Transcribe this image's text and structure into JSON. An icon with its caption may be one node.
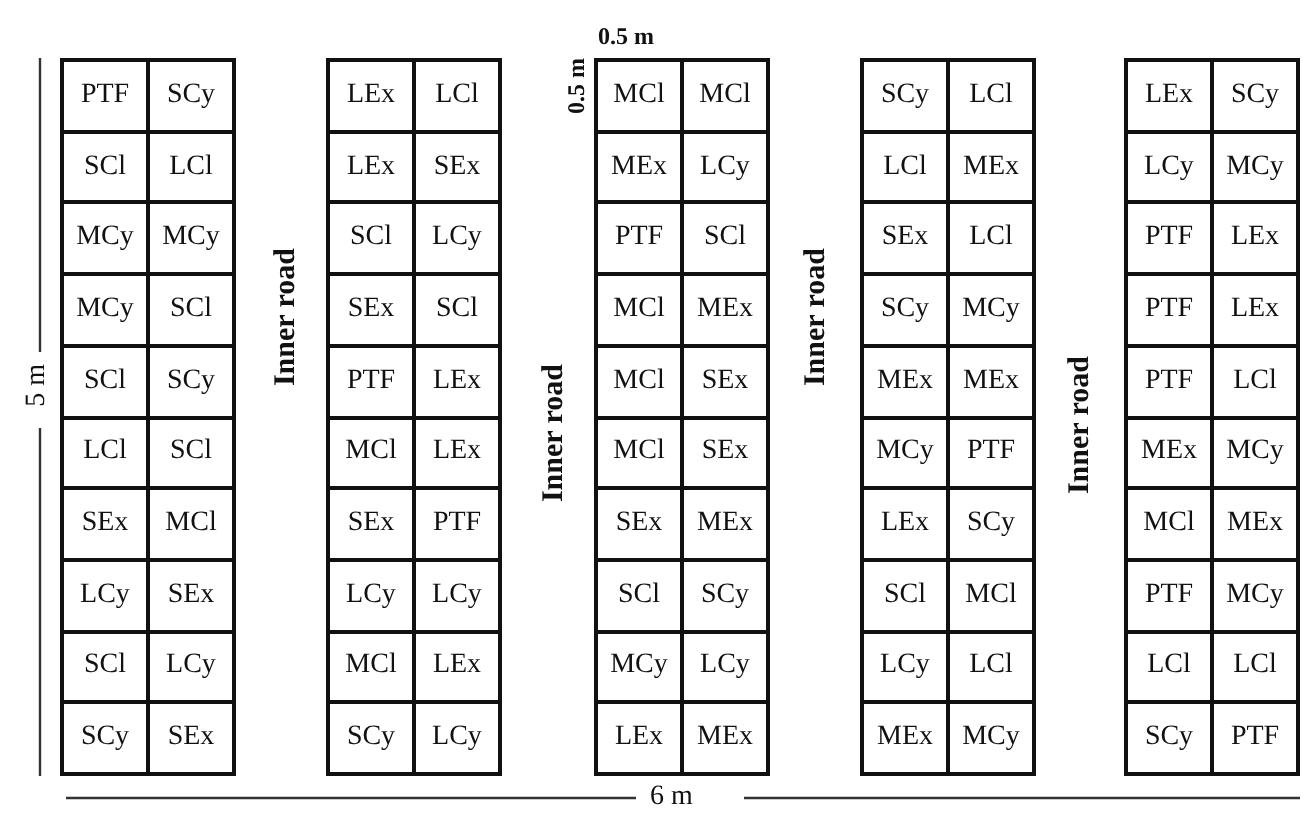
{
  "diagram": {
    "nodes": [
      {
        "text": [],
        "shape": "box"
      },
      {
        "text": [
          "PTF"
        ],
        "in": 0
      },
      {
        "text": [
          "SCy"
        ],
        "in": 0
      },
      {
        "text": [
          "SCl"
        ],
        "in": 0
      },
      {
        "text": [
          "LCl"
        ],
        "in": 0
      },
      {
        "text": [
          "MCy"
        ],
        "in": 0
      },
      {
        "text": [
          "MCy"
        ],
        "in": 0
      },
      {
        "text": [
          "MCy"
        ],
        "in": 0
      },
      {
        "text": [
          "SCl"
        ],
        "in": 0
      },
      {
        "text": [
          "SCl"
        ],
        "in": 0
      },
      {
        "text": [
          "SCy"
        ],
        "in": 0
      },
      {
        "text": [
          "LCl"
        ],
        "in": 0
      },
      {
        "text": [
          "SCl"
        ],
        "in": 0
      },
      {
        "text": [
          "SEx"
        ],
        "in": 0
      },
      {
        "text": [
          "MCl"
        ],
        "in": 0
      },
      {
        "text": [
          "LCy"
        ],
        "in": 0
      },
      {
        "text": [
          "SEx"
        ],
        "in": 0
      },
      {
        "text": [
          "SCl"
        ],
        "in": 0
      },
      {
        "text": [
          "LCy"
        ],
        "in": 0
      },
      {
        "text": [
          "SCy"
        ],
        "in": 0
      },
      {
        "text": [
          "SEx"
        ],
        "in": 0
      },
      {
        "text": [],
        "shape": "box"
      },
      {
        "text": [
          "LEx"
        ],
        "in": 21
      },
      {
        "text": [
          "LCl"
        ],
        "in": 21
      },
      {
        "text": [
          "LEx"
        ],
        "in": 21
      },
      {
        "text": [
          "SEx"
        ],
        "in": 21
      },
      {
        "text": [
          "SCl"
        ],
        "in": 21
      },
      {
        "text": [
          "LCy"
        ],
        "in": 21
      },
      {
        "text": [
          "SEx"
        ],
        "in": 21
      },
      {
        "text": [
          "SCl"
        ],
        "in": 21
      },
      {
        "text": [
          "PTF"
        ],
        "in": 21
      },
      {
        "text": [
          "LEx"
        ],
        "in": 21
      },
      {
        "text": [
          "MCl"
        ],
        "in": 21
      },
      {
        "text": [
          "LEx"
        ],
        "in": 21
      },
      {
        "text": [
          "SEx"
        ],
        "in": 21
      },
      {
        "text": [
          "PTF"
        ],
        "in": 21
      },
      {
        "text": [
          "LCy"
        ],
        "in": 21
      },
      {
        "text": [
          "LCy"
        ],
        "in": 21
      },
      {
        "text": [
          "MCl"
        ],
        "in": 21
      },
      {
        "text": [
          "LEx"
        ],
        "in": 21
      },
      {
        "text": [
          "SCy"
        ],
        "in": 21
      },
      {
        "text": [
          "LCy"
        ],
        "in": 21
      },
      {
        "text": [],
        "shape": "box"
      },
      {
        "text": [
          "MCl"
        ],
        "in": 42
      },
      {
        "text": [
          "MCl"
        ],
        "in": 42
      },
      {
        "text": [
          "MEx"
        ],
        "in": 42
      },
      {
        "text": [
          "LCy"
        ],
        "in": 42
      },
      {
        "text": [
          "PTF"
        ],
        "in": 42
      },
      {
        "text": [
          "SCl"
        ],
        "in": 42
      },
      {
        "text": [
          "MCl"
        ],
        "in": 42
      },
      {
        "text": [
          "MEx"
        ],
        "in": 42
      },
      {
        "text": [
          "MCl"
        ],
        "in": 42
      },
      {
        "text": [
          "SEx"
        ],
        "in": 42
      },
      {
        "text": [
          "MCl"
        ],
        "in": 42
      },
      {
        "text": [
          "SEx"
        ],
        "in": 42
      },
      {
        "text": [
          "SEx"
        ],
        "in": 42
      },
      {
        "text": [
          "MEx"
        ],
        "in": 42
      },
      {
        "text": [
          "SCl"
        ],
        "in": 42
      },
      {
        "text": [
          "SCy"
        ],
        "in": 42
      },
      {
        "text": [
          "MCy"
        ],
        "in": 42
      },
      {
        "text": [
          "LCy"
        ],
        "in": 42
      },
      {
        "text": [
          "LEx"
        ],
        "in": 42
      },
      {
        "text": [
          "MEx"
        ],
        "in": 42
      },
      {
        "text": [],
        "shape": "box"
      },
      {
        "text": [
          "SCy"
        ],
        "in": 63
      },
      {
        "text": [
          "LCl"
        ],
        "in": 63
      },
      {
        "text": [
          "LCl"
        ],
        "in": 63
      },
      {
        "text": [
          "MEx"
        ],
        "in": 63
      },
      {
        "text": [
          "SEx"
        ],
        "in": 63
      },
      {
        "text": [
          "LCl"
        ],
        "in": 63
      },
      {
        "text": [
          "SCy"
        ],
        "in": 63
      },
      {
        "text": [
          "MCy"
        ],
        "in": 63
      },
      {
        "text": [
          "MEx"
        ],
        "in": 63
      },
      {
        "text": [
          "MEx"
        ],
        "in": 63
      },
      {
        "text": [
          "MCy"
        ],
        "in": 63
      },
      {
        "text": [
          "PTF"
        ],
        "in": 63
      },
      {
        "text": [
          "LEx"
        ],
        "in": 63
      },
      {
        "text": [
          "SCy"
        ],
        "in": 63
      },
      {
        "text": [
          "SCl"
        ],
        "in": 63
      },
      {
        "text": [
          "MCl"
        ],
        "in": 63
      },
      {
        "text": [
          "LCy"
        ],
        "in": 63
      },
      {
        "text": [
          "LCl"
        ],
        "in": 63
      },
      {
        "text": [
          "MEx"
        ],
        "in": 63
      },
      {
        "text": [
          "MCy"
        ],
        "in": 63
      },
      {
        "text": [],
        "shape": "box"
      },
      {
        "text": [
          "LEx"
        ],
        "in": 84
      },
      {
        "text": [
          "SCy"
        ],
        "in": 84
      },
      {
        "text": [
          "LCy"
        ],
        "in": 84
      },
      {
        "text": [
          "MCy"
        ],
        "in": 84
      },
      {
        "text": [
          "PTF"
        ],
        "in": 84
      },
      {
        "text": [
          "LEx"
        ],
        "in": 84
      },
      {
        "text": [
          "PTF"
        ],
        "in": 84
      },
      {
        "text": [
          "LEx"
        ],
        "in": 84
      },
      {
        "text": [
          "PTF"
        ],
        "in": 84
      },
      {
        "text": [
          "LCl"
        ],
        "in": 84
      },
      {
        "text": [
          "MEx"
        ],
        "in": 84
      },
      {
        "text": [
          "MCy"
        ],
        "in": 84
      },
      {
        "text": [
          "MCl"
        ],
        "in": 84
      },
      {
        "text": [
          "MEx"
        ],
        "in": 84
      },
      {
        "text": [
          "PTF"
        ],
        "in": 84
      },
      {
        "text": [
          "MCy"
        ],
        "in": 84
      },
      {
        "text": [
          "LCl"
        ],
        "in": 84
      },
      {
        "text": [
          "LCl"
        ],
        "in": 84
      },
      {
        "text": [
          "SCy"
        ],
        "in": 84
      },
      {
        "text": [
          "PTF"
        ],
        "in": 84
      }
    ],
    "labels": [
      "0.5 m",
      "0.5 m",
      "5 m",
      "Inner road",
      "Inner road",
      "Inner road",
      "Inner road",
      "6 m"
    ]
  }
}
